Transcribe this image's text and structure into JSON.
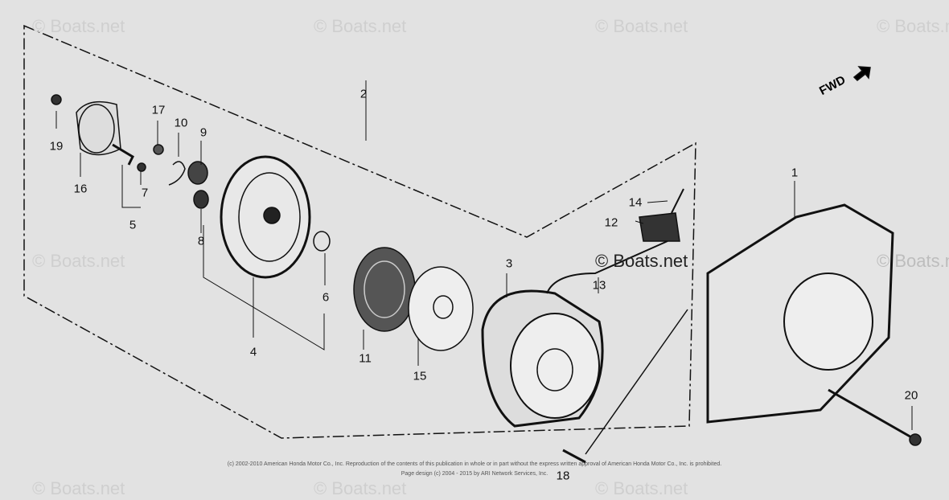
{
  "watermark": "© Boats.net",
  "fwd_label": "FWD",
  "callouts": [
    "1",
    "2",
    "3",
    "4",
    "5",
    "6",
    "7",
    "8",
    "9",
    "10",
    "11",
    "12",
    "13",
    "14",
    "15",
    "16",
    "17",
    "18",
    "19",
    "20"
  ],
  "footer": {
    "line1": "(c) 2002-2010 American Honda Motor Co., Inc. Reproduction of the contents of this publication in whole or in part without the express written approval of American Honda Motor Co., Inc. is prohibited.",
    "line2": "Page design (c) 2004 - 2015 by ARI Network Services, Inc."
  }
}
